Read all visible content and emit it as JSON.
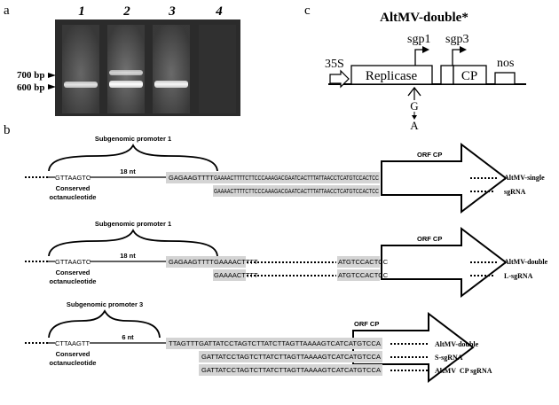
{
  "panels": {
    "a": {
      "label": "a",
      "lanes": [
        "1",
        "2",
        "3",
        "4"
      ],
      "markers": [
        "700 bp",
        "600 bp"
      ]
    },
    "c": {
      "label": "c",
      "title": "AltMV-double*",
      "labels": {
        "promoter": "35S",
        "replicase": "Replicase",
        "sgp1": "sgp1",
        "sgp3": "sgp3",
        "cp": "CP",
        "nos": "nos",
        "mut_from": "G",
        "mut_to": "A"
      }
    },
    "b": {
      "label": "b",
      "blocks": [
        {
          "promoter": "Subgenomic promoter 1",
          "motif": "GTTAAGTC",
          "spacer": "18 nt",
          "conserved": "Conserved",
          "octa": "octanucleotide",
          "orf": "ORF CP",
          "rows": [
            {
              "unshaded": "GAGAAGTTTT",
              "shaded": "GAAAACTTTTCTTCCCAAAGACGAATCACTTTATTAACCTCATGTCCACTCC",
              "label": "AltMV-single"
            },
            {
              "unshaded": "",
              "shaded": "GAAAACTTTTCTTCCCAAAGACGAATCACTTTATTAACCTCATGTCCACTCC",
              "label": "sgRNA"
            }
          ]
        },
        {
          "promoter": "Subgenomic promoter 1",
          "motif": "GTTAAGTC",
          "spacer": "18 nt",
          "conserved": "Conserved",
          "octa": "octanucleotide",
          "orf": "ORF CP",
          "rows": [
            {
              "unshaded": "GAGAAGTTTT",
              "shaded_left": "GAAAACTTTT",
              "shaded_right": "ATGTCCACTCC",
              "label": "AltMV-double"
            },
            {
              "unshaded": "",
              "shaded_left": "GAAAACTTTT",
              "shaded_right": "ATGTCCACTCC",
              "label": "L-sgRNA"
            }
          ]
        },
        {
          "promoter": "Subgenomic promoter 3",
          "motif": "CTTAAGTT",
          "spacer": "6 nt",
          "conserved": "Conserved",
          "octa": "octanucleotide",
          "orf": "ORF CP",
          "rows": [
            {
              "shaded": "TTAGTTTGATTATCCTAGTCTTATCTTAGTTAAAAGTCATCATGTCCA",
              "label": "AltMV-double"
            },
            {
              "shaded": "GATTATCCTAGTCTTATCTTAGTTAAAAGTCATCATGTCCA",
              "label": "S-sgRNA"
            },
            {
              "shaded": "GATTATCCTAGTCTTATCTTAGTTAAAAGTCATCATGTCCA",
              "label": "AltMV  CP sgRNA"
            }
          ]
        }
      ]
    }
  }
}
